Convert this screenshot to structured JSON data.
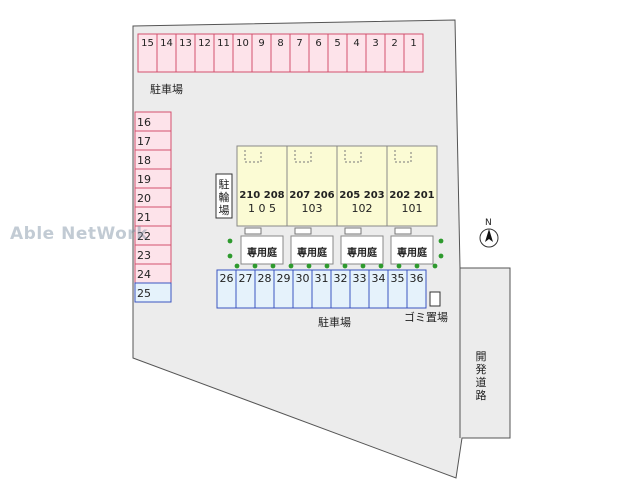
{
  "colors": {
    "lot_fill": "#ececec",
    "lot_border": "#555555",
    "parking_pink_fill": "#fde3ea",
    "parking_pink_border": "#d4506e",
    "parking_blue_fill": "#e5f2fb",
    "parking_blue_border": "#3a55c0",
    "building_fill": "#fbfbd4",
    "hedge_dot": "#2e9a2e"
  },
  "top_spaces": [
    "15",
    "14",
    "13",
    "12",
    "11",
    "10",
    "9",
    "8",
    "7",
    "6",
    "5",
    "4",
    "3",
    "2",
    "1"
  ],
  "left_spaces": [
    "16",
    "17",
    "18",
    "19",
    "20",
    "21",
    "22",
    "23",
    "24"
  ],
  "left_blue_space": "25",
  "bottom_spaces": [
    "26",
    "27",
    "28",
    "29",
    "30",
    "31",
    "32",
    "33",
    "34",
    "35",
    "36"
  ],
  "units": [
    {
      "upper": "210 208",
      "lower": "1 0 5"
    },
    {
      "upper": "207 206",
      "lower": "103"
    },
    {
      "upper": "205 203",
      "lower": "102"
    },
    {
      "upper": "202 201",
      "lower": "101"
    }
  ],
  "garden_label": "専用庭",
  "labels": {
    "parking_upper": "駐車場",
    "parking_lower": "駐車場",
    "bicycle": "駐輪場",
    "garbage": "ゴミ置場",
    "road": "開発道路",
    "north": "N",
    "watermark": "Able NetWork"
  }
}
